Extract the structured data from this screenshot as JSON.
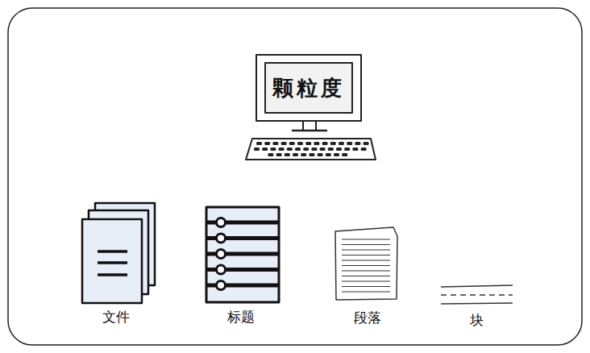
{
  "diagram": {
    "nodes": [
      {
        "text": [
          "颗粒度"
        ]
      }
    ],
    "labels": [
      "文件",
      "标题",
      "段落",
      "块"
    ]
  }
}
